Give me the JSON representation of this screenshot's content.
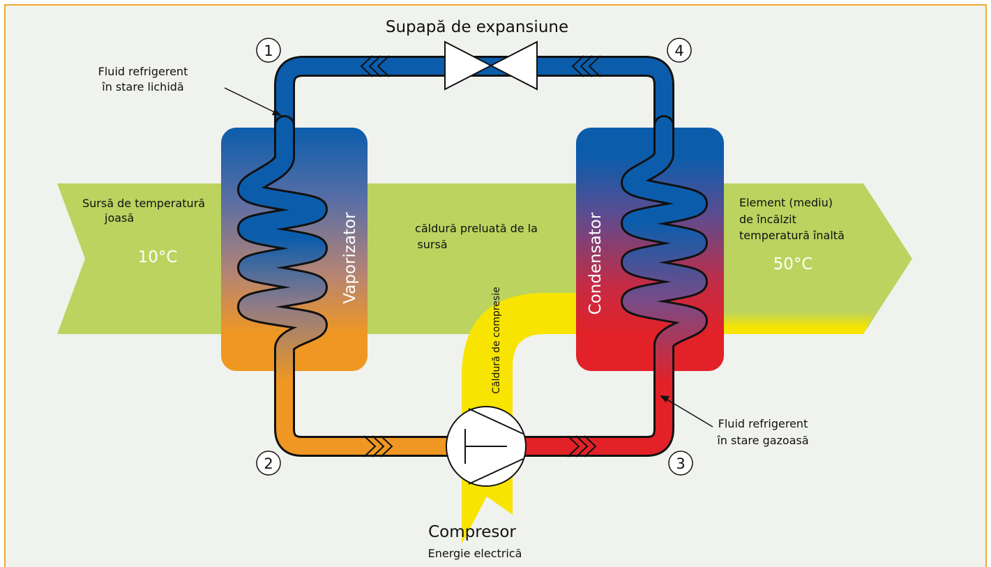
{
  "labels": {
    "expansion_valve": "Supapă de expansiune",
    "liquid_refrigerant_line1": "Fluid refrigerent",
    "liquid_refrigerant_line2": "în stare lichidă",
    "gas_refrigerant_line1": "Fluid refrigerent",
    "gas_refrigerant_line2": "în stare gazoasă",
    "low_temp_source_line1": "Sursă de temperatură",
    "low_temp_source_line2": "joasă",
    "low_temp_value": "10°C",
    "heat_from_source_line1": "căldură preluată de la",
    "heat_from_source_line2": "sursă",
    "heated_element_line1": "Element (mediu)",
    "heated_element_line2": "de încălzit",
    "heated_element_line3": "temperatură înaltă",
    "high_temp_value": "50°C",
    "evaporator": "Vaporizator",
    "condenser": "Condensator",
    "compression_heat": "Căldură de compresie",
    "compressor": "Compresor",
    "electric_energy": "Energie electrică"
  },
  "points": [
    "1",
    "2",
    "3",
    "4"
  ],
  "colors": {
    "frame": "#f0a830",
    "background": "#f0f2ee",
    "green_arrow": "#bcd35f",
    "cold": "#0a5eae",
    "warm": "#ef9722",
    "hot": "#e22228",
    "compression_heat": "#f7e400"
  }
}
